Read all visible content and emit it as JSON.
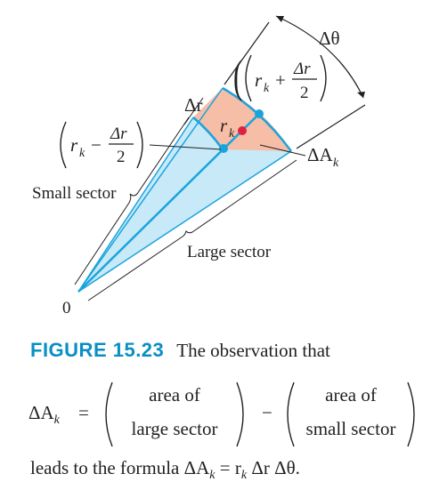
{
  "diagram": {
    "labels": {
      "delta_theta": "Δθ",
      "r_plus": "r",
      "r_plus_sub": "k",
      "r_plus_op": "+",
      "r_plus_num": "Δr",
      "r_plus_den": "2",
      "delta_r": "Δr",
      "r_k": "r",
      "r_k_sub": "k",
      "r_minus": "r",
      "r_minus_sub": "k",
      "r_minus_op": "−",
      "r_minus_num": "Δr",
      "r_minus_den": "2",
      "delta_a": "ΔA",
      "delta_a_sub": "k",
      "small_sector": "Small sector",
      "large_sector": "Large sector",
      "origin": "0"
    },
    "colors": {
      "sector_fill": "#c8e9f8",
      "sector_stroke": "#1aa4dc",
      "region_fill": "#f7bea7",
      "point_blue": "#1aa4dc",
      "point_red": "#e0203c",
      "ink": "#231f20"
    }
  },
  "caption": {
    "figure_label": "FIGURE 15.23",
    "text_head": "The observation that",
    "eq_lhs": "ΔA",
    "eq_lhs_sub": "k",
    "eq_equals": "=",
    "group1_line1": "area of",
    "group1_line2": "large sector",
    "eq_minus": "−",
    "group2_line1": "area of",
    "group2_line2": "small sector",
    "text_tail_prefix": "leads to the formula",
    "formula": "ΔA",
    "formula_sub": "k",
    "formula_rest": "= r",
    "formula_rest_sub": "k",
    "formula_end": "Δr Δθ."
  }
}
